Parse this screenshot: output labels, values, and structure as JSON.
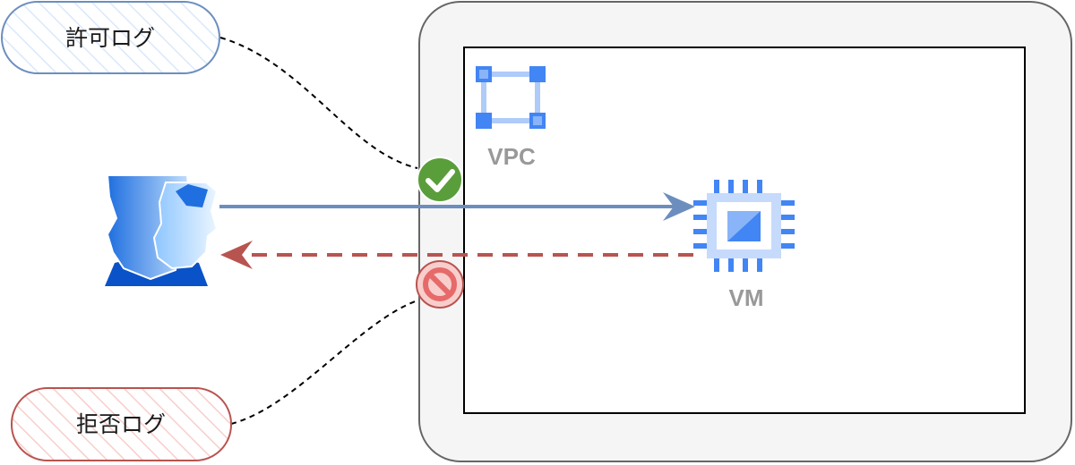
{
  "labels": {
    "allow_log": "許可ログ",
    "deny_log": "拒否ログ",
    "vpc": "VPC",
    "vm": "VM"
  },
  "icons": {
    "user": "users-icon",
    "vpc": "vpc-icon",
    "vm": "vm-chip-icon",
    "allowed": "check-circle-icon",
    "denied": "prohibited-icon"
  },
  "colors": {
    "allow_pill_stroke": "#6c8ebf",
    "allow_pill_fill": "#dae8fc",
    "deny_pill_stroke": "#b85450",
    "deny_pill_fill": "#f8cecc",
    "allowed_flow": "#6c8ebf",
    "denied_flow": "#b85450",
    "check_green": "#5a9e3b",
    "gcp_blue": "#4285f4"
  }
}
